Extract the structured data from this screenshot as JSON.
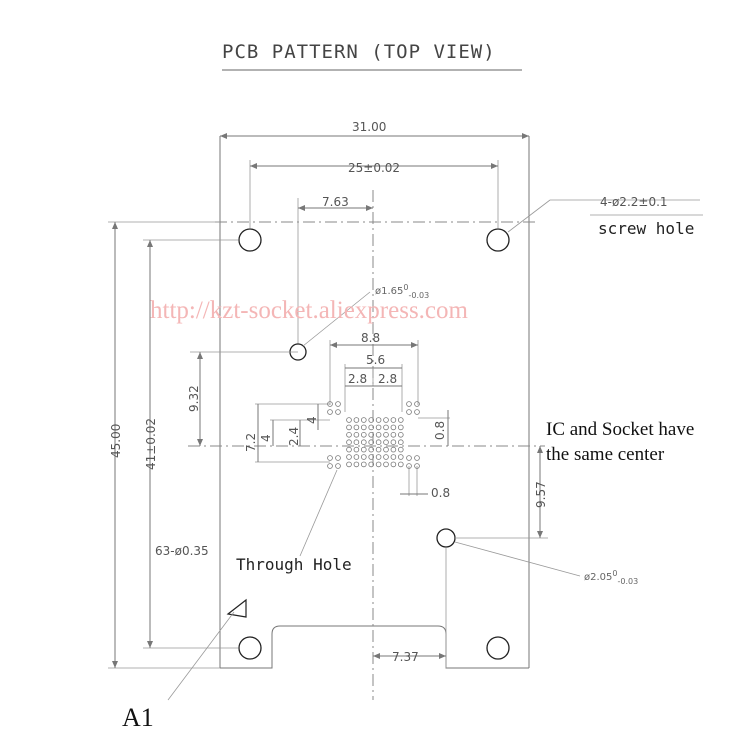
{
  "title": "PCB PATTERN (TOP VIEW)",
  "watermark": "http://kzt-socket.aliexpress.com",
  "dimensions": {
    "width_total": "31.00",
    "screw_spacing": "25±0.02",
    "offset_top": "7.63",
    "screw_spec": "4-ø2.2±0.1",
    "hole_spec_top_base": "ø1.65",
    "hole_spec_top_tol": "0",
    "hole_spec_top_tol2": "-0.03",
    "array_width": "8.8",
    "inner_width": "5.6",
    "half_a": "2.8",
    "half_b": "2.8",
    "vert_offset": "9.32",
    "pad_height": "7.2",
    "pad_inner": "4",
    "pitch_v": "2.4",
    "pad_inner2": "4",
    "pitch_right": "0.8",
    "pitch_bottom": "0.8",
    "height_total": "45.00",
    "hole_spacing_v": "41±0.02",
    "right_offset": "9.57",
    "through_count": "63-ø0.35",
    "hole_spec_bottom_base": "ø2.05",
    "hole_spec_bottom_tol": "0",
    "hole_spec_bottom_tol2": "-0.03",
    "bottom_offset": "7.37"
  },
  "labels": {
    "screw_hole": "screw hole",
    "ic_center_1": "IC and Socket have",
    "ic_center_2": "the same center",
    "through_hole": "Through Hole",
    "a1": "A1"
  }
}
